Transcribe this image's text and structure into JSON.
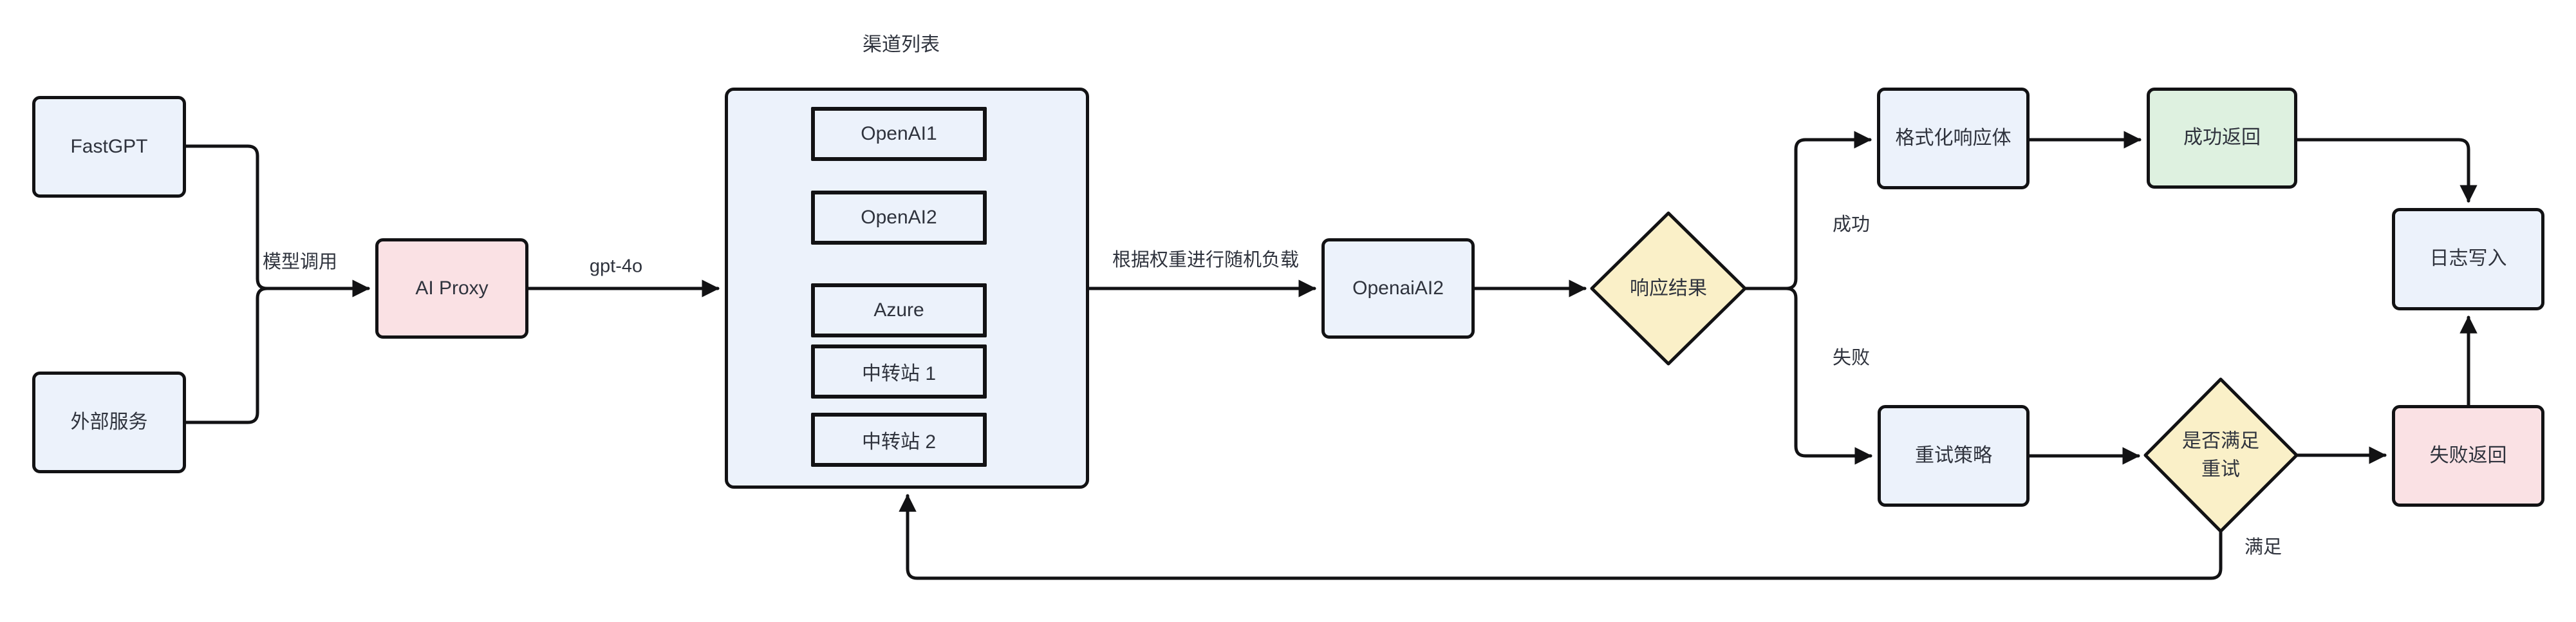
{
  "diagram": {
    "title": "渠道列表",
    "nodes": {
      "fastgpt": {
        "label": "FastGPT"
      },
      "external_service": {
        "label": "外部服务"
      },
      "ai_proxy": {
        "label": "AI Proxy"
      },
      "channels": [
        {
          "label": "OpenAI1"
        },
        {
          "label": "OpenAI2"
        },
        {
          "label": "Azure"
        },
        {
          "label": "中转站 1"
        },
        {
          "label": "中转站 2"
        }
      ],
      "openai_ai2": {
        "label": "OpenaiAI2"
      },
      "response_result": {
        "label": "响应结果"
      },
      "format_response": {
        "label": "格式化响应体"
      },
      "success_return": {
        "label": "成功返回"
      },
      "log_write": {
        "label": "日志写入"
      },
      "retry_strategy": {
        "label": "重试策略"
      },
      "retry_check": {
        "label_line1": "是否满足",
        "label_line2": "重试"
      },
      "fail_return": {
        "label": "失败返回"
      }
    },
    "edge_labels": {
      "model_call": "模型调用",
      "gpt4o": "gpt-4o",
      "weighted_load": "根据权重进行随机负载",
      "success": "成功",
      "fail": "失败",
      "satisfied": "满足"
    },
    "colors": {
      "node_blue": "#ECF2FB",
      "node_pink": "#FAE1E4",
      "node_green": "#DEF1E0",
      "node_yellow": "#FAF0C8",
      "stroke": "#121214",
      "text": "#2F333D",
      "background": "#FFFFFF"
    }
  }
}
